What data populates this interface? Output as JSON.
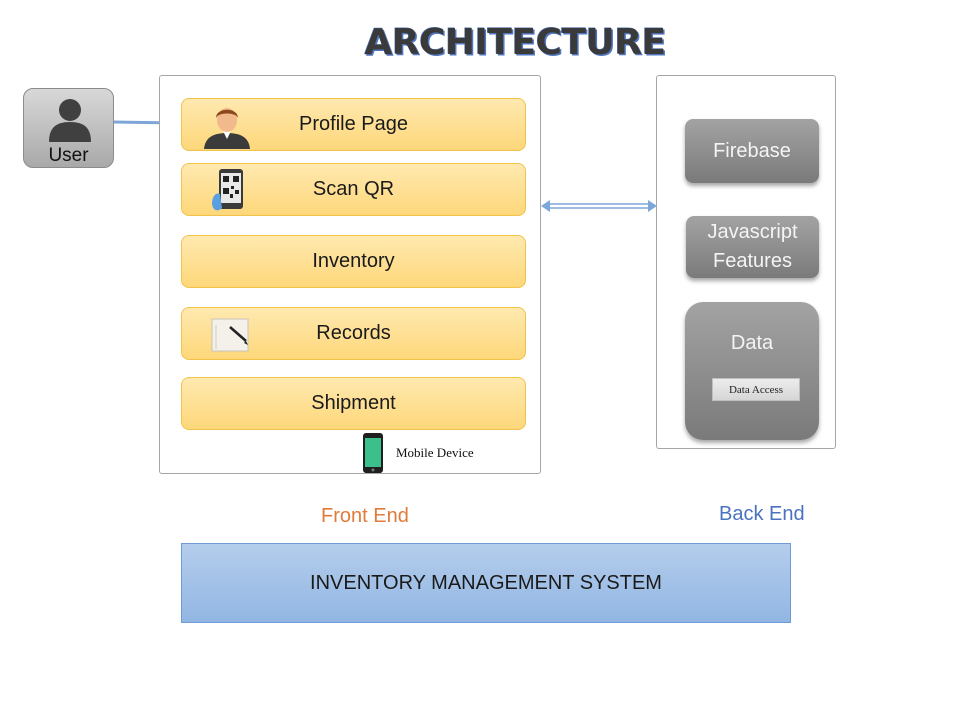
{
  "title": "ARCHITECTURE",
  "user": {
    "label": "User",
    "icon": "user-icon"
  },
  "front_end": {
    "label": "Front End",
    "modules": [
      {
        "label": "Profile Page",
        "icon": "profile-avatar-icon"
      },
      {
        "label": "Scan QR",
        "icon": "qr-phone-icon"
      },
      {
        "label": "Inventory"
      },
      {
        "label": "Records",
        "icon": "notepad-pen-icon"
      },
      {
        "label": "Shipment"
      }
    ],
    "device_label": "Mobile Device",
    "device_icon": "smartphone-icon"
  },
  "back_end": {
    "label": "Back End",
    "firebase": "Firebase",
    "js_features": [
      "Javascript",
      "Features"
    ],
    "data": "Data",
    "data_access": "Data Access"
  },
  "system_label": "INVENTORY MANAGEMENT SYSTEM",
  "colors": {
    "module_fill": "#fdd77a",
    "front_label": "#e07b39",
    "back_label": "#4a72c0",
    "system_fill": "#92b6e3",
    "connector": "#7da7d9"
  }
}
